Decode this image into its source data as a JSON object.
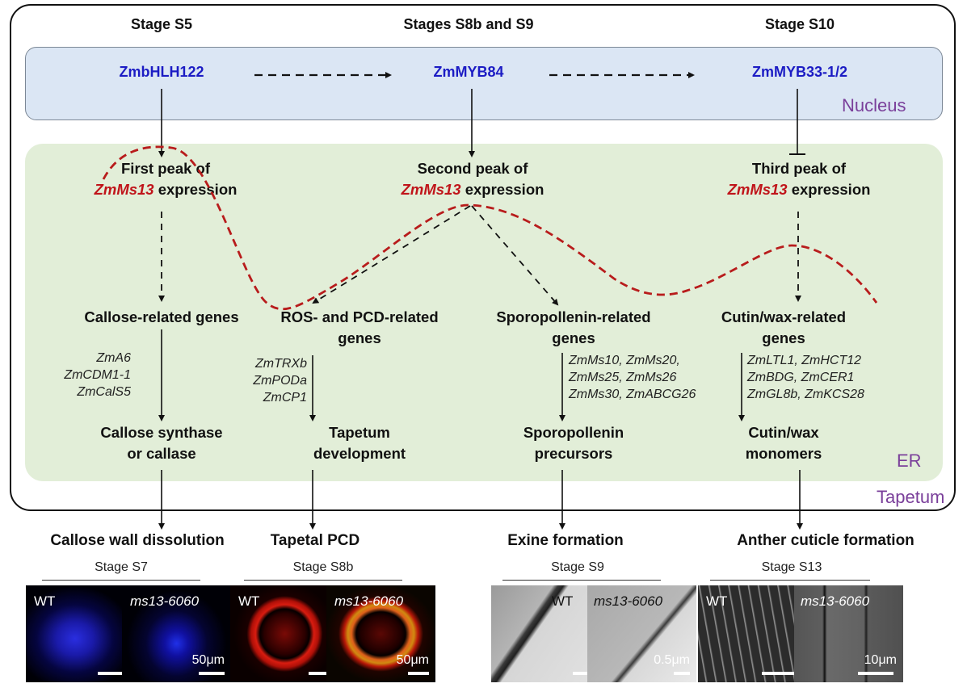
{
  "stages": {
    "s5": "Stage S5",
    "s8b_s9": "Stages S8b and S9",
    "s10": "Stage S10"
  },
  "transcription_factors": {
    "tf1": "ZmbHLH122",
    "tf2": "ZmMYB84",
    "tf3": "ZmMYB33-1/2"
  },
  "compartments": {
    "nucleus": "Nucleus",
    "er": "ER",
    "tapetum": "Tapetum"
  },
  "peaks": [
    {
      "line1": "First peak of",
      "gene": "ZmMs13",
      "suffix": " expression"
    },
    {
      "line1": "Second peak of",
      "gene": "ZmMs13",
      "suffix": " expression"
    },
    {
      "line1": "Third peak of",
      "gene": "ZmMs13",
      "suffix": " expression"
    }
  ],
  "gene_groups": [
    {
      "title_line1": "Callose-related genes",
      "title_line2": "",
      "genes": [
        "ZmA6",
        "ZmCDM1-1",
        "ZmCalS5"
      ],
      "product_line1": "Callose synthase",
      "product_line2": "or callase"
    },
    {
      "title_line1": "ROS- and PCD-related",
      "title_line2": "genes",
      "genes": [
        "ZmTRXb",
        "ZmPODa",
        "ZmCP1"
      ],
      "product_line1": "Tapetum",
      "product_line2": "development"
    },
    {
      "title_line1": "Sporopollenin-related",
      "title_line2": "genes",
      "genes": [
        "ZmMs10, ZmMs20,",
        "ZmMs25, ZmMs26",
        "ZmMs30, ZmABCG26"
      ],
      "product_line1": "Sporopollenin",
      "product_line2": "precursors"
    },
    {
      "title_line1": "Cutin/wax-related",
      "title_line2": "genes",
      "genes": [
        "ZmLTL1, ZmHCT12",
        "ZmBDG, ZmCER1",
        "ZmGL8b, ZmKCS28"
      ],
      "product_line1": "Cutin/wax",
      "product_line2": "monomers"
    }
  ],
  "outcomes": [
    {
      "title": "Callose wall dissolution",
      "stage": "Stage S7",
      "wt_label": "WT",
      "mutant_label": "ms13-6060",
      "scale": "50μm",
      "type": "confocal-blue"
    },
    {
      "title": "Tapetal PCD",
      "stage": "Stage S8b",
      "wt_label": "WT",
      "mutant_label": "ms13-6060",
      "scale": "50μm",
      "type": "confocal-red"
    },
    {
      "title": "Exine formation",
      "stage": "Stage S9",
      "wt_label": "WT",
      "mutant_label": "ms13-6060",
      "scale": "0.5μm",
      "type": "tem"
    },
    {
      "title": "Anther cuticle formation",
      "stage": "Stage S13",
      "wt_label": "WT",
      "mutant_label": "ms13-6060",
      "scale": "10μm",
      "type": "sem"
    }
  ],
  "colors": {
    "tf_blue": "#1c1cc4",
    "gene_red": "#c0141a",
    "expression_curve": "#b81c1c",
    "compartment_purple": "#7a3f9a",
    "nucleus_fill": "#dbe6f4",
    "er_fill": "#e2eed8"
  }
}
